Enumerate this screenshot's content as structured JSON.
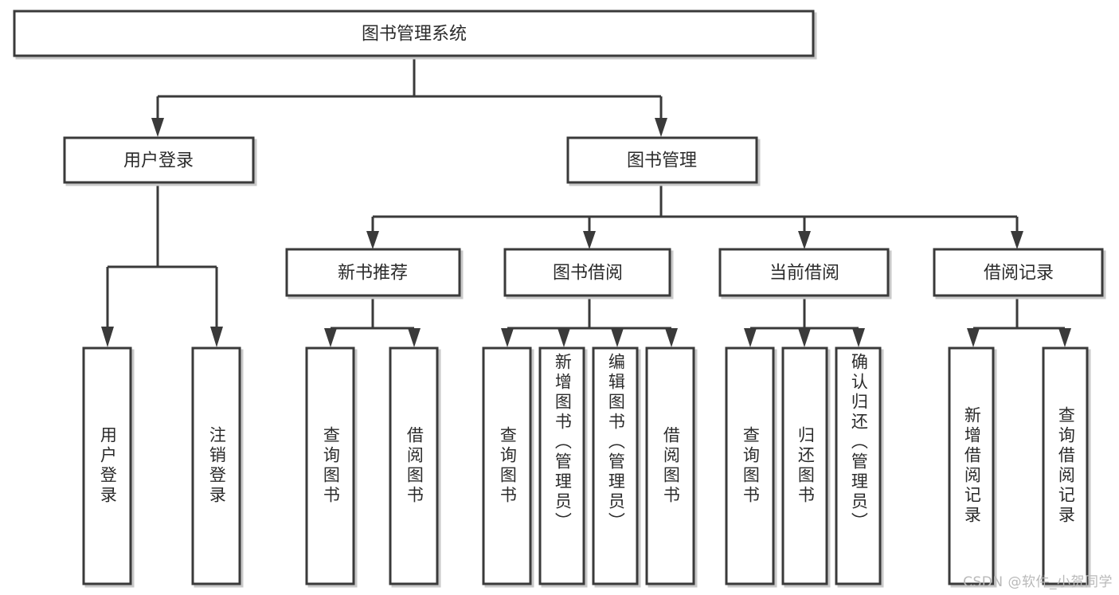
{
  "diagram": {
    "type": "hierarchy-tree",
    "title": "图书管理系统",
    "root": {
      "id": "root",
      "label": "图书管理系统",
      "orientation": "horizontal"
    },
    "level2": [
      {
        "id": "user-login",
        "label": "用户登录",
        "orientation": "horizontal"
      },
      {
        "id": "book-management",
        "label": "图书管理",
        "orientation": "horizontal"
      }
    ],
    "level3": [
      {
        "id": "new-book-recommend",
        "label": "新书推荐",
        "orientation": "horizontal",
        "parent": "book-management"
      },
      {
        "id": "book-borrow",
        "label": "图书借阅",
        "orientation": "horizontal",
        "parent": "book-management"
      },
      {
        "id": "current-borrow",
        "label": "当前借阅",
        "orientation": "horizontal",
        "parent": "book-management"
      },
      {
        "id": "borrow-record",
        "label": "借阅记录",
        "orientation": "horizontal",
        "parent": "book-management"
      }
    ],
    "leaves": {
      "user_login": [
        {
          "id": "leaf-user-login",
          "label": "用户登录"
        },
        {
          "id": "leaf-user-logout",
          "label": "注销登录"
        }
      ],
      "new_book_recommend": [
        {
          "id": "leaf-query-book-1",
          "label": "查询图书"
        },
        {
          "id": "leaf-borrow-book-1",
          "label": "借阅图书"
        }
      ],
      "book_borrow": [
        {
          "id": "leaf-query-book-2",
          "label": "查询图书"
        },
        {
          "id": "leaf-add-book",
          "label": "新增图书（管理员）"
        },
        {
          "id": "leaf-edit-book",
          "label": "编辑图书（管理员）"
        },
        {
          "id": "leaf-borrow-book-2",
          "label": "借阅图书"
        }
      ],
      "current_borrow": [
        {
          "id": "leaf-query-book-3",
          "label": "查询图书"
        },
        {
          "id": "leaf-return-book",
          "label": "归还图书"
        },
        {
          "id": "leaf-confirm-return",
          "label": "确认归还（管理员）"
        }
      ],
      "borrow_record": [
        {
          "id": "leaf-add-record",
          "label": "新增借阅记录"
        },
        {
          "id": "leaf-query-record",
          "label": "查询借阅记录"
        }
      ]
    }
  },
  "watermark": {
    "text": "CSDN @软件_小贺同学"
  },
  "colors": {
    "box_fill": "#ffffff",
    "box_stroke": "#3a3a3a",
    "text": "#2b2b2b",
    "watermark": "#b9b9b9",
    "background": "#ffffff"
  }
}
